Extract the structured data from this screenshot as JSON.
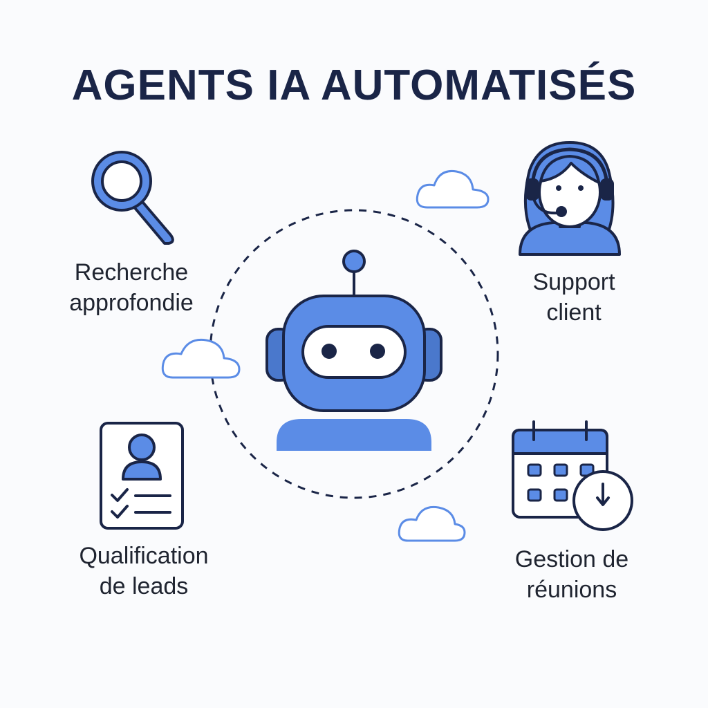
{
  "title": "AGENTS IA AUTOMATISÉS",
  "features": {
    "research": {
      "line1": "Recherche",
      "line2": "approfondie",
      "icon": "magnifier-icon"
    },
    "support": {
      "line1": "Support",
      "line2": "client",
      "icon": "support-agent-icon"
    },
    "leads": {
      "line1": "Qualification",
      "line2": "de leads",
      "icon": "lead-profile-icon"
    },
    "meetings": {
      "line1": "Gestion de",
      "line2": "réunions",
      "icon": "calendar-clock-icon"
    }
  },
  "center_icon": "robot-icon",
  "colors": {
    "primary": "#5b8ce6",
    "dark": "#1a2547",
    "light": "#ffffff",
    "background": "#fafbfd",
    "cloud": "#5b8ce6"
  }
}
